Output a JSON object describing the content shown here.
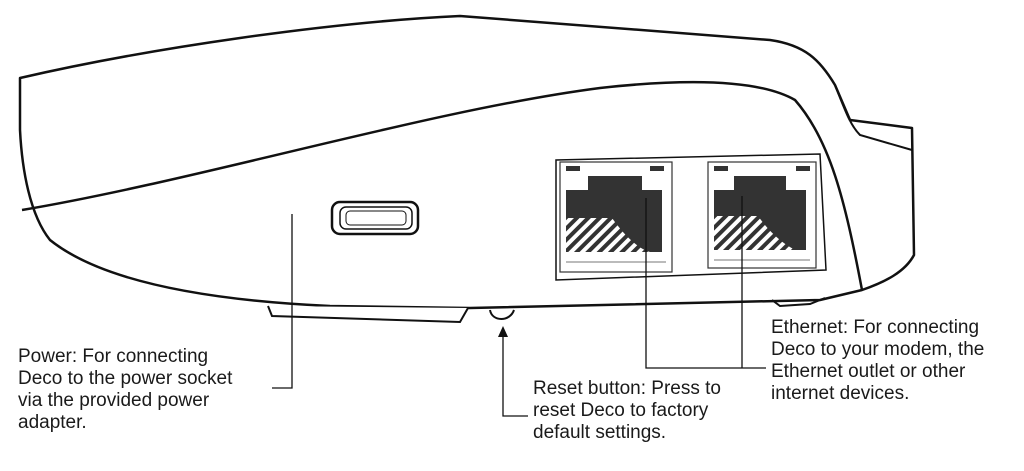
{
  "callouts": {
    "power": "Power: For connecting\nDeco to the power socket\nvia the provided power\nadapter.",
    "reset": "Reset button: Press to\nreset Deco to factory\ndefault settings.",
    "ethernet": "Ethernet: For connecting\nDeco to your modem, the\nEthernet outlet or other\ninternet devices."
  },
  "colors": {
    "outline": "#111111",
    "port_fill": "#333333",
    "background": "#ffffff"
  }
}
